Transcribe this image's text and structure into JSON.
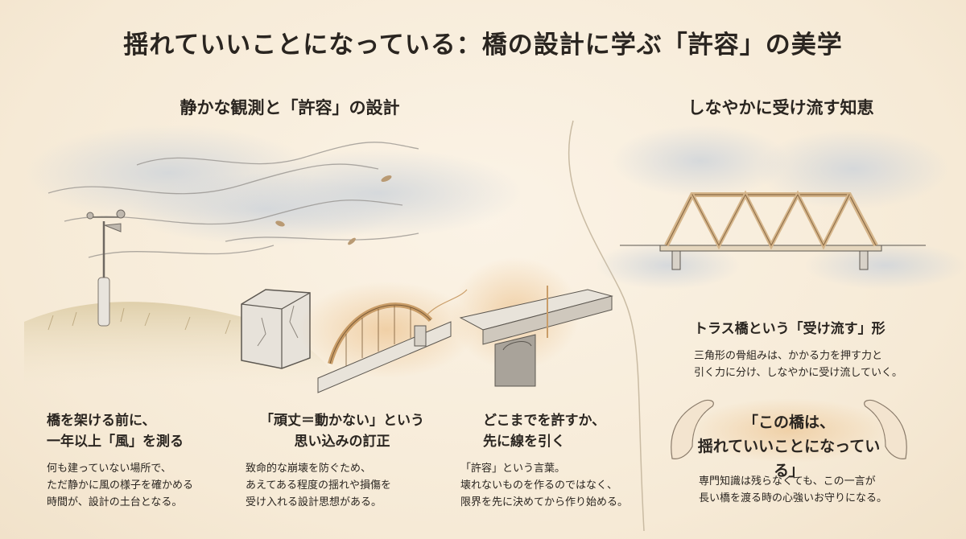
{
  "title": "揺れていいことになっている：橋の設計に学ぶ「許容」の美学",
  "left_heading": "静かな観測と「許容」の設計",
  "right_heading": "しなやかに受け流す知恵",
  "panels": [
    {
      "heading": [
        "橋を架ける前に、",
        "一年以上「風」を測る"
      ],
      "body": [
        "何も建っていない場所で、",
        "ただ静かに風の様子を確かめる",
        "時間が、設計の土台となる。"
      ]
    },
    {
      "heading": [
        "「頑丈＝動かない」という",
        "思い込みの訂正"
      ],
      "body": [
        "致命的な崩壊を防ぐため、",
        "あえてある程度の揺れや損傷を",
        "受け入れる設計思想がある。"
      ]
    },
    {
      "heading": [
        "どこまでを許すか、",
        "先に線を引く"
      ],
      "body": [
        "「許容」という言葉。",
        "壊れないものを作るのではなく、",
        "限界を先に決めてから作り始める。"
      ]
    }
  ],
  "truss": {
    "heading": "トラス橋という「受け流す」形",
    "body": [
      "三角形の骨組みは、かかる力を押す力と",
      "引く力に分け、しなやかに受け流していく。"
    ]
  },
  "quote": [
    "「この橋は、",
    "揺れていいことになっている」"
  ],
  "closing": [
    "専門知識は残らなくても、この一言が",
    "長い橋を渡る時の心強いお守りになる。"
  ]
}
